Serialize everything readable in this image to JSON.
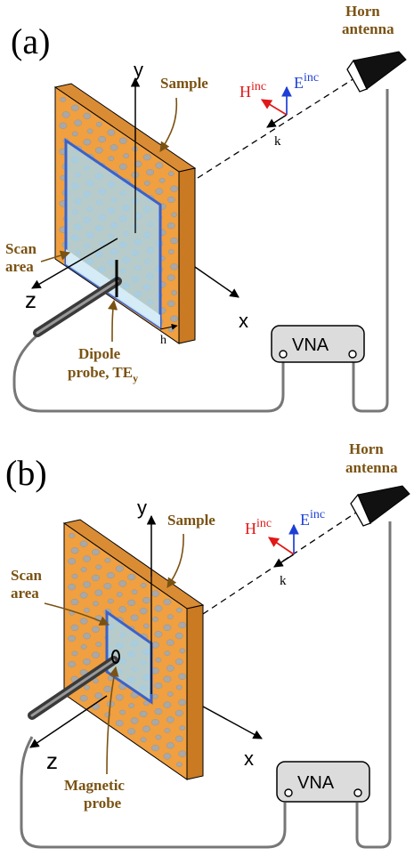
{
  "panels": [
    {
      "tag": "(a)",
      "sample_label": "Sample",
      "horn_label_line1": "Horn",
      "horn_label_line2": "antenna",
      "scan_label_line1": "Scan",
      "scan_label_line2": "area",
      "probe_label_line1": "Dipole",
      "probe_label_line2": "probe, TE",
      "probe_label_sub": "y",
      "axis_x": "x",
      "axis_y": "y",
      "axis_z": "z",
      "h_label": "H",
      "h_sup": "inc",
      "e_label": "E",
      "e_sup": "inc",
      "k_label": "k",
      "thickness_label": "h",
      "vna_label": "VNA"
    },
    {
      "tag": "(b)",
      "sample_label": "Sample",
      "horn_label_line1": "Horn",
      "horn_label_line2": "antenna",
      "scan_label_line1": "Scan",
      "scan_label_line2": "area",
      "probe_label_line1": "Magnetic",
      "probe_label_line2": "probe",
      "axis_x": "x",
      "axis_y": "y",
      "axis_z": "z",
      "h_label": "H",
      "h_sup": "inc",
      "e_label": "E",
      "e_sup": "inc",
      "k_label": "k",
      "vna_label": "VNA"
    }
  ],
  "colors": {
    "sample_front": "#f0a040",
    "sample_side": "#c97a22",
    "hole": "#a8a8a8",
    "scan_fill": "#a9d6ee",
    "scan_border": "#3b62c9",
    "label_brown": "#7a5212",
    "h_red": "#e01818",
    "e_blue": "#1d3fd6",
    "cable": "#777777",
    "vna_fill": "#dcdcdc"
  }
}
